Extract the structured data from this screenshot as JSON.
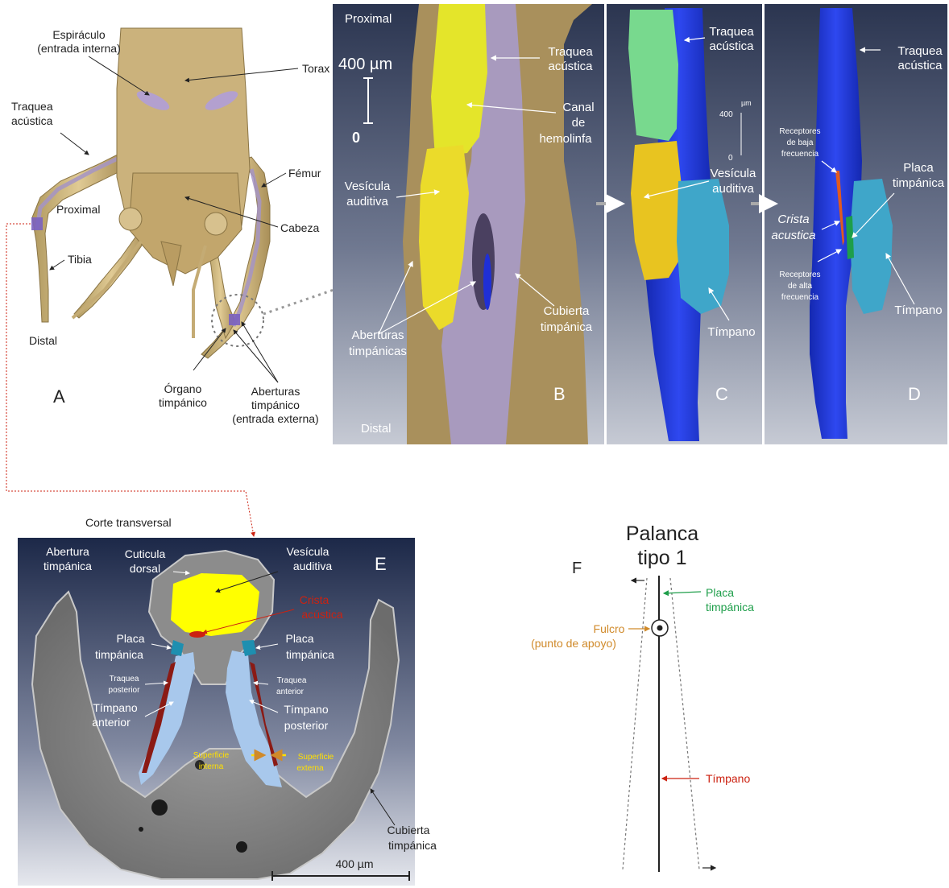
{
  "panelA": {
    "letter": "A",
    "espiraculo1": "Espiráculo",
    "espiraculo2": "(entrada interna)",
    "torax": "Torax",
    "traquea1": "Traquea",
    "traquea2": "acústica",
    "femur": "Fémur",
    "proximal": "Proximal",
    "cabeza": "Cabeza",
    "tibia": "Tibia",
    "distal": "Distal",
    "organo1": "Órgano",
    "organo2": "timpánico",
    "aberturas1": "Aberturas",
    "aberturas2": "timpánico",
    "aberturas3": "(entrada externa)"
  },
  "panelB": {
    "letter": "B",
    "proximal": "Proximal",
    "scale": "400 µm",
    "zero": "0",
    "traquea1": "Traquea",
    "traquea2": "acústica",
    "canal1": "Canal",
    "canal2": "de",
    "canal3": "hemolinfa",
    "vesicula1": "Vesícula",
    "vesicula2": "auditiva",
    "aberturas1": "Aberturas",
    "aberturas2": "timpánicas",
    "cubierta1": "Cubierta",
    "cubierta2": "timpánica",
    "distal": "Distal"
  },
  "panelC": {
    "letter": "C",
    "traquea1": "Traquea",
    "traquea2": "acústica",
    "scale_unit": "µm",
    "scale_400": "400",
    "scale_0": "0",
    "vesicula1": "Vesícula",
    "vesicula2": "auditiva",
    "timpano": "Tímpano"
  },
  "panelD": {
    "letter": "D",
    "traquea1": "Traquea",
    "traquea2": "acústica",
    "baja1": "Receptores",
    "baja2": "de baja",
    "baja3": "frecuencia",
    "placa1": "Placa",
    "placa2": "timpánica",
    "crista1": "Crista",
    "crista2": "acustica",
    "alta1": "Receptores",
    "alta2": "de alta",
    "alta3": "frecuencia",
    "timpano": "Tímpano"
  },
  "panelE": {
    "letter": "E",
    "corte": "Corte transversal",
    "abertura1": "Abertura",
    "abertura2": "timpánica",
    "cuticula1": "Cuticula",
    "cuticula2": "dorsal",
    "vesicula1": "Vesícula",
    "vesicula2": "auditiva",
    "crista1": "Crista",
    "crista2": "acústica",
    "placaL1": "Placa",
    "placaL2": "timpánica",
    "placaR1": "Placa",
    "placaR2": "timpánica",
    "traqpost1": "Traquea",
    "traqpost2": "posterior",
    "traqant1": "Traquea",
    "traqant2": "anterior",
    "timpAnt1": "Tímpano",
    "timpAnt2": "anterior",
    "timpPost1": "Tímpano",
    "timpPost2": "posterior",
    "supInt1": "Superficie",
    "supInt2": "interna",
    "supExt1": "Superficie",
    "supExt2": "externa",
    "cubierta1": "Cubierta",
    "cubierta2": "timpánica",
    "scale": "400 µm"
  },
  "panelF": {
    "letter": "F",
    "title1": "Palanca",
    "title2": "tipo 1",
    "placa1": "Placa",
    "placa2": "timpánica",
    "fulcro1": "Fulcro",
    "fulcro2": "(punto de apoyo)",
    "timpano": "Tímpano"
  },
  "colors": {
    "cuticle": "#c9b07a",
    "trachea": "#a594c4",
    "vesicle": "#f2e224",
    "deepblue": "#1f2fd6",
    "lightblue": "#3fa6c9",
    "green": "#78d98e",
    "crista": "#cc2211",
    "placa_green": "#1e9e4a",
    "fulcro_orange": "#d08a2a"
  }
}
